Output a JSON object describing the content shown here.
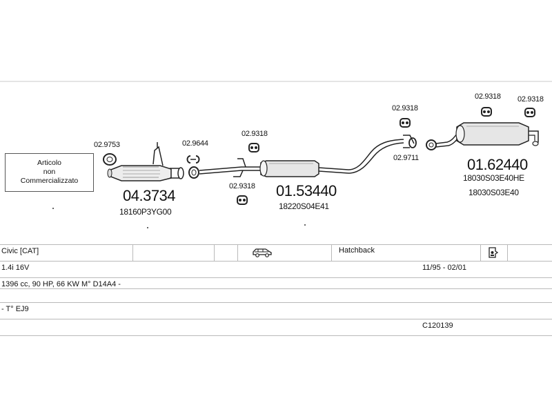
{
  "diagram": {
    "note": {
      "lines": [
        "Articolo",
        "non",
        "Commercializzato"
      ]
    },
    "parts": {
      "catalyst": {
        "part_number": "04.3734",
        "oem": "18160P3YG00"
      },
      "middle_silencer": {
        "part_number": "01.53440",
        "oem": "18220S04E41"
      },
      "rear_silencer": {
        "part_number": "01.62440",
        "oem_lines": [
          "18030S03E40HE",
          "18030S03E40"
        ]
      }
    },
    "accessories": {
      "gasket_front": "02.9753",
      "clamp_front": "02.9644",
      "hanger_mid_top": "02.9318",
      "hanger_mid_bottom": "02.9318",
      "hanger_rear_pipe": "02.9318",
      "clamp_rear": "02.9711",
      "hanger_rear_1": "02.9318",
      "hanger_rear_2": "02.9318"
    }
  },
  "vehicle": {
    "model": "Civic  [CAT]",
    "body_type": "Hatchback",
    "engine": "1.4i 16V",
    "years": "11/95 - 02/01",
    "specs": "1396 cc, 90 HP, 66 KW M° D14A4 -",
    "type": "- T° EJ9",
    "code": "C120139"
  }
}
